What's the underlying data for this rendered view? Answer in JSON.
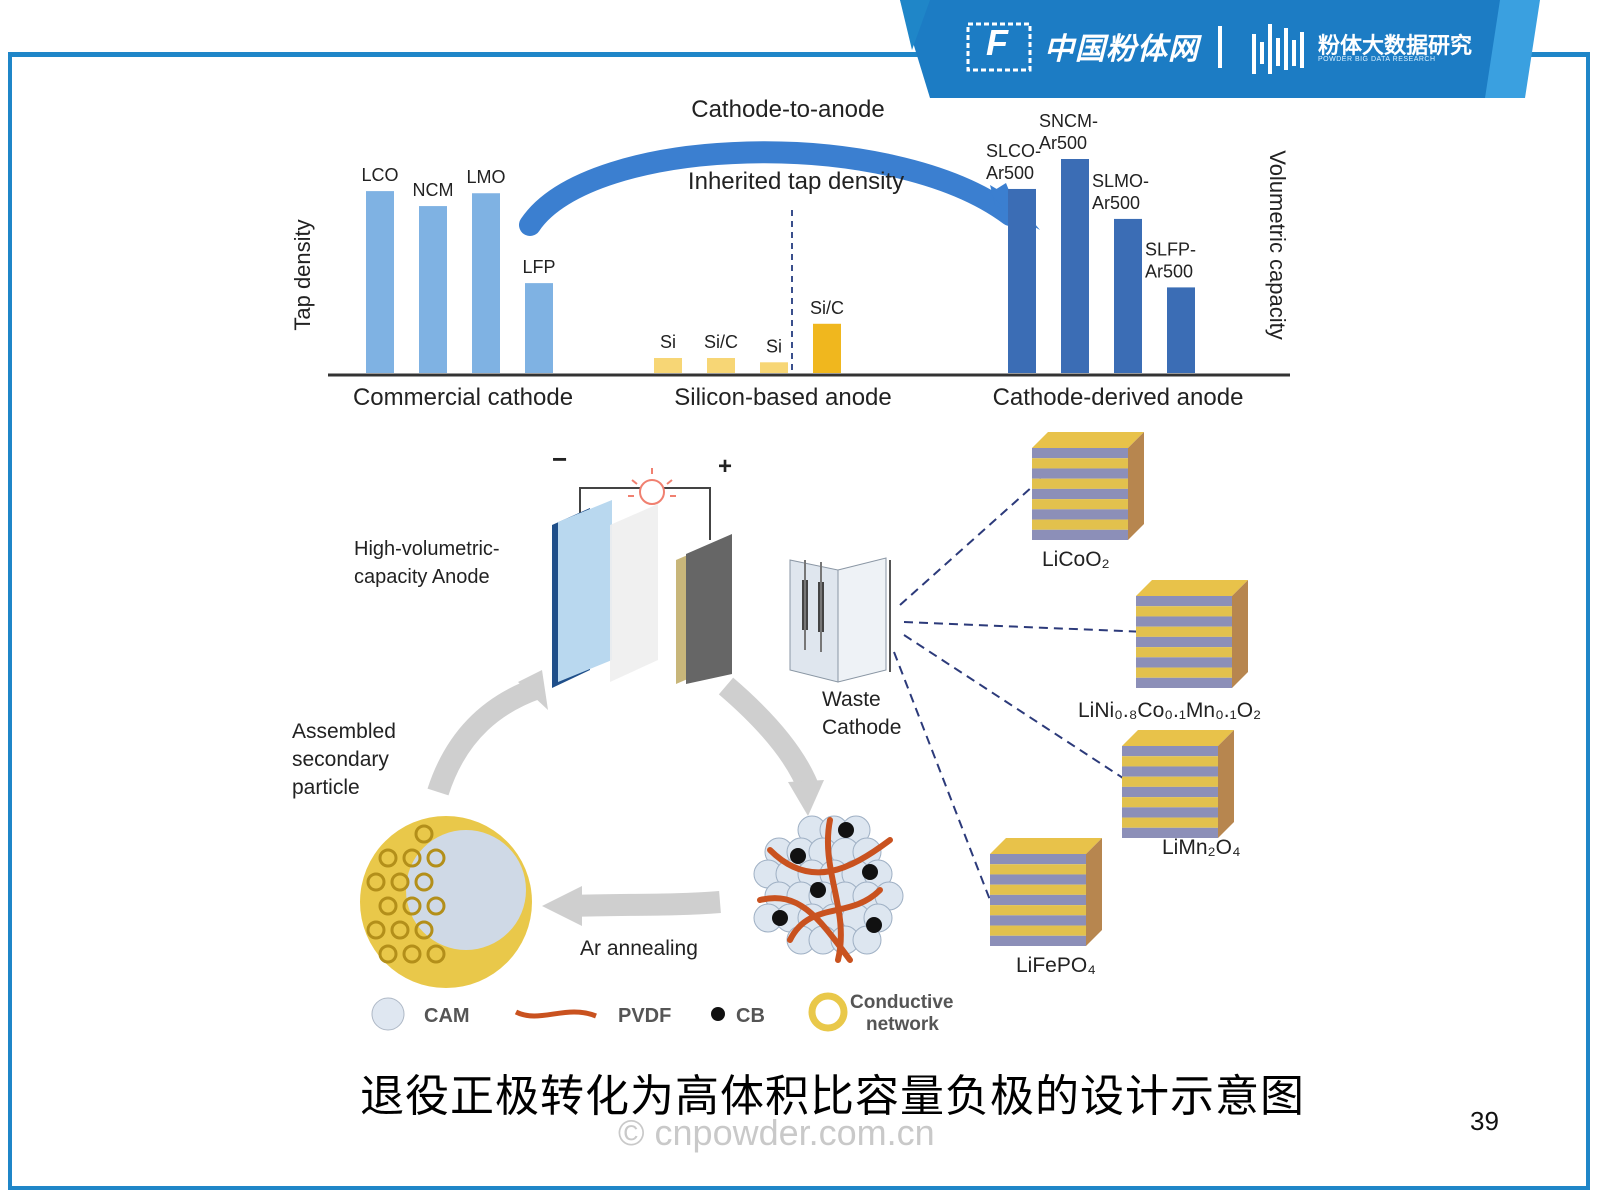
{
  "header": {
    "brand_name": "中国粉体网",
    "brand_logo_letter": "F",
    "research_name": "粉体大数据研究",
    "research_sub": "POWDER BIG DATA RESEARCH",
    "colors": {
      "banner": "#1c7cc4",
      "banner_light": "#3aa0e0",
      "frame": "#1f86c8"
    }
  },
  "chart_data": {
    "type": "bar",
    "ylabel_left": "Tap density",
    "ylabel_right": "Volumetric capacity",
    "arrow_label": "Cathode-to-anode",
    "arrow_sublabel": "Inherited tap density",
    "groups": [
      {
        "name": "Commercial cathode",
        "color": "#7fb2e3",
        "bars": [
          {
            "label": "LCO",
            "value": 0.85
          },
          {
            "label": "NCM",
            "value": 0.78
          },
          {
            "label": "LMO",
            "value": 0.84
          },
          {
            "label": "LFP",
            "value": 0.42
          }
        ]
      },
      {
        "name": "Silicon-based anode",
        "color": "#f7d675",
        "bars": [
          {
            "label": "Si",
            "value": 0.07
          },
          {
            "label": "Si/C",
            "value": 0.07
          },
          {
            "label": "Si",
            "value": 0.05
          },
          {
            "label": "Si/C",
            "value": 0.23
          }
        ]
      },
      {
        "name": "Cathode-derived anode",
        "color": "#3b6db5",
        "bars": [
          {
            "label": "SLCO-\nAr500",
            "value": 0.86
          },
          {
            "label": "SNCM-\nAr500",
            "value": 1.0
          },
          {
            "label": "SLMO-\nAr500",
            "value": 0.72
          },
          {
            "label": "SLFP-\nAr500",
            "value": 0.4
          }
        ]
      }
    ],
    "yellow_dark": "#f0b71e"
  },
  "diagram": {
    "anode_label_1": "High-volumetric-",
    "anode_label_2": "capacity Anode",
    "minus": "−",
    "plus": "+",
    "waste_label_1": "Waste",
    "waste_label_2": "Cathode",
    "assembled_1": "Assembled",
    "assembled_2": "secondary",
    "assembled_3": "particle",
    "annealing": "Ar annealing",
    "materials": {
      "licoo2": "LiCoO₂",
      "ncm": "LiNi₀.₈Co₀.₁Mn₀.₁O₂",
      "limn": "LiMn₂O₄",
      "lifepo": "LiFePO₄"
    },
    "legend": {
      "cam": "CAM",
      "pvdf": "PVDF",
      "cb": "CB",
      "conductive_1": "Conductive",
      "conductive_2": "network"
    }
  },
  "caption": "退役正极转化为高体积比容量负极的设计示意图",
  "watermark": "© cnpowder.com.cn",
  "page_number": "39"
}
